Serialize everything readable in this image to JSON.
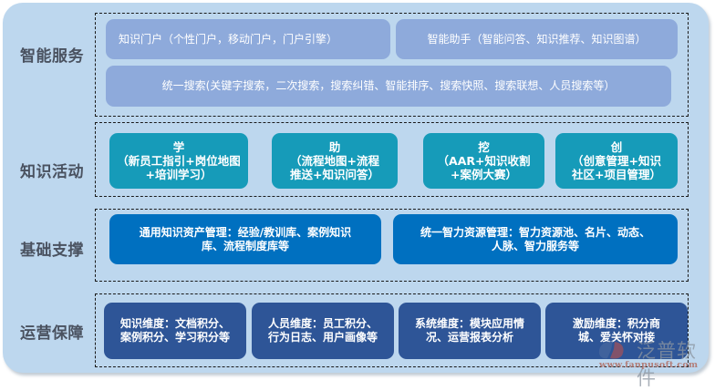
{
  "layers": [
    {
      "label": "智能服务",
      "boxes": [
        "知识门户（个性门户，移动门户，门户引擎）",
        "智能助手（智能问答、知识推荐、知识图谱）",
        "统一搜索(关键字搜索，二次搜索，搜索纠错、智能排序、搜索快照、搜索联想、人员搜索等）"
      ]
    },
    {
      "label": "知识活动",
      "boxes": [
        {
          "title": "学",
          "body": "（新员工指引+岗位地图+培训学习）"
        },
        {
          "title": "助",
          "body": "（流程地图+流程推送+知识问答）"
        },
        {
          "title": "挖",
          "body": "（AAR+知识收割+案例大赛）"
        },
        {
          "title": "创",
          "body": "（创意管理+知识社区+项目管理）"
        }
      ]
    },
    {
      "label": "基础支撑",
      "boxes": [
        "通用知识资产管理：经验/教训库、案例知识库、流程制度库等",
        "统一智力资源管理：智力资源池、名片、动态、人脉、智力服务等"
      ]
    },
    {
      "label": "运营保障",
      "boxes": [
        "知识维度：文档积分、案例积分、学习积分等",
        "人员维度：员工积分、行为日志、用户画像等",
        "系统维度：模块应用情况、运营报表分析",
        "激励维度：积分商城、爱关怀对接"
      ]
    }
  ],
  "watermark": {
    "brand": "泛普软件",
    "url": "www.fanpusoft.com"
  },
  "colors": {
    "panel": "#bdd7ee",
    "service": "#8eaadb",
    "activity": "#169bb9",
    "base": "#0070c0",
    "ops": "#2e5597",
    "label": "#4a5260"
  }
}
